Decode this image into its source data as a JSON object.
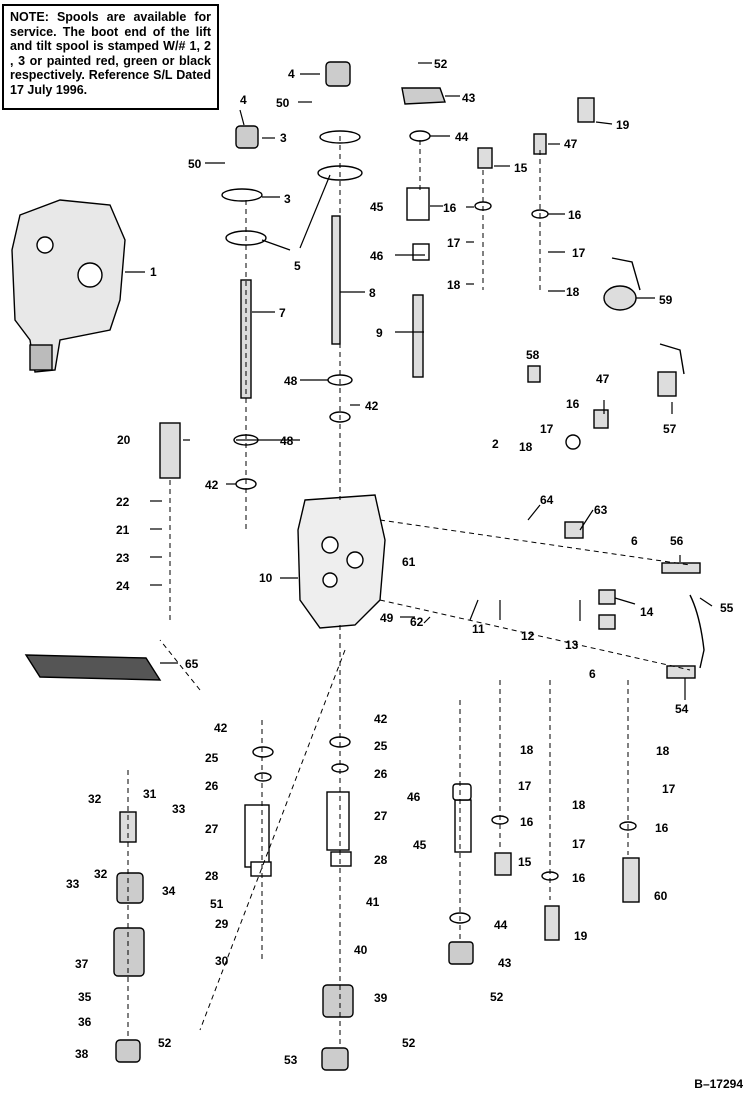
{
  "note": {
    "lead": "NOTE:",
    "body": "Spools are available for service. The boot end of the lift and tilt spool is stamped W/# 1, 2 , 3 or painted red, green or black respectively. Reference S/L Dated 17 July 1996."
  },
  "reference": "B–17294",
  "callouts": [
    "1",
    "2",
    "3",
    "3",
    "4",
    "4",
    "5",
    "6",
    "6",
    "7",
    "8",
    "9",
    "10",
    "11",
    "12",
    "13",
    "14",
    "15",
    "15",
    "16",
    "16",
    "16",
    "16",
    "16",
    "16",
    "17",
    "17",
    "17",
    "17",
    "17",
    "17",
    "18",
    "18",
    "18",
    "18",
    "18",
    "18",
    "19",
    "19",
    "20",
    "21",
    "22",
    "23",
    "24",
    "25",
    "25",
    "26",
    "26",
    "27",
    "27",
    "28",
    "28",
    "29",
    "30",
    "31",
    "32",
    "32",
    "33",
    "33",
    "34",
    "35",
    "36",
    "37",
    "38",
    "39",
    "40",
    "41",
    "42",
    "42",
    "42",
    "42",
    "43",
    "43",
    "44",
    "44",
    "45",
    "45",
    "46",
    "46",
    "47",
    "47",
    "48",
    "48",
    "49",
    "50",
    "50",
    "51",
    "52",
    "52",
    "52",
    "52",
    "53",
    "54",
    "55",
    "56",
    "57",
    "58",
    "59",
    "60",
    "61",
    "62",
    "63",
    "64",
    "65"
  ]
}
